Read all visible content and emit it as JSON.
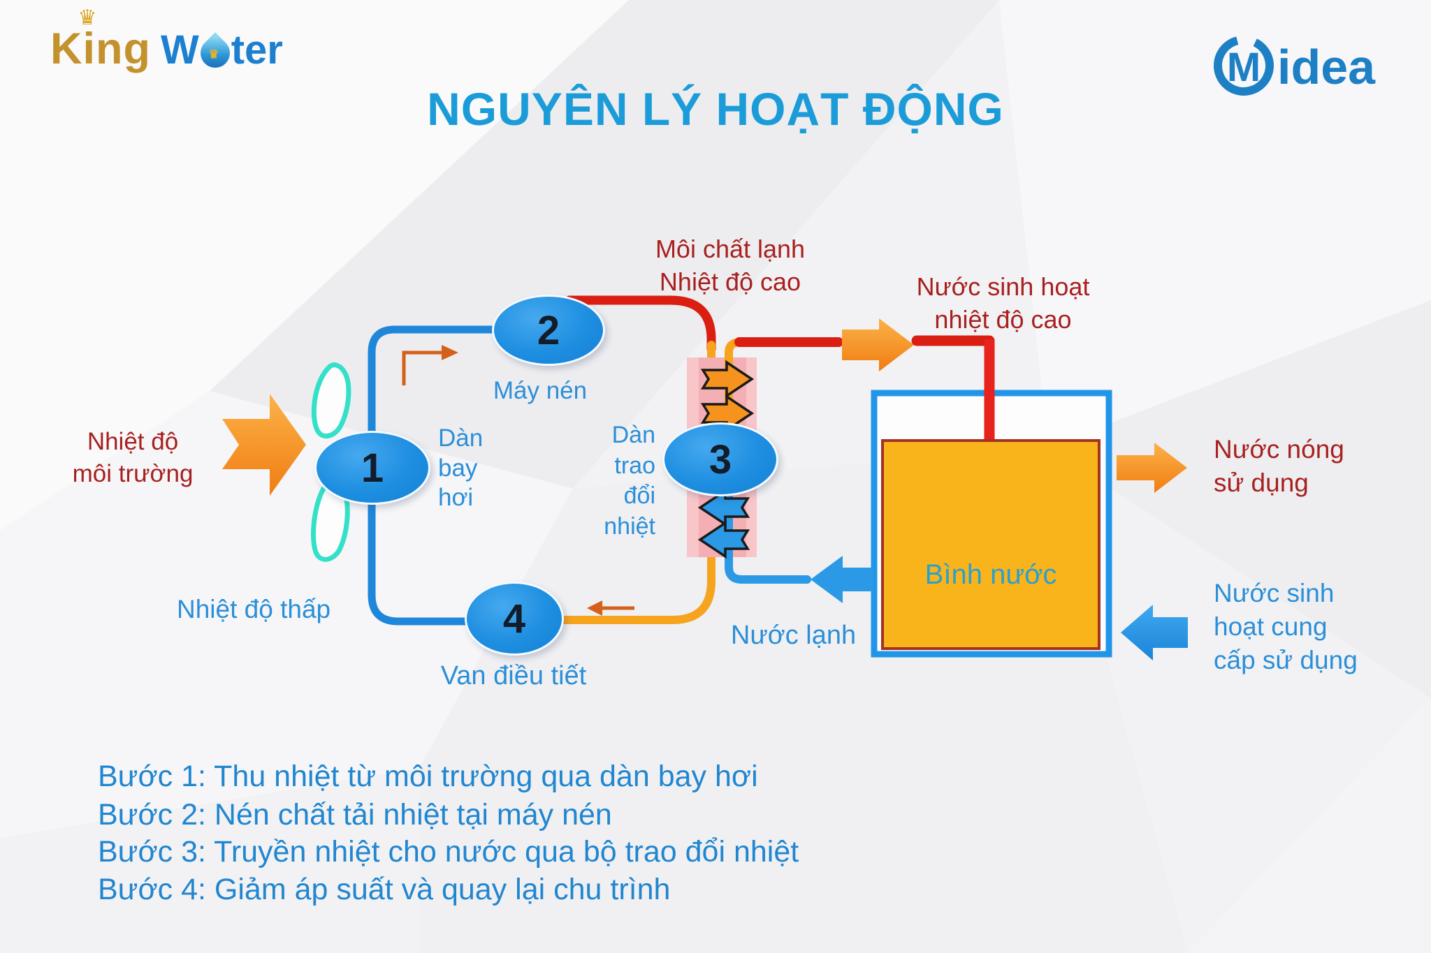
{
  "header": {
    "king_water": {
      "k": "K",
      "i": "i",
      "ng": "ng",
      "w": "W",
      "ter": "ter",
      "crown": "♛"
    },
    "midea": {
      "m": "M",
      "idea": "idea"
    }
  },
  "title": "NGUYÊN LÝ HOẠT ĐỘNG",
  "diagram": {
    "nodes": [
      "1",
      "2",
      "3",
      "4"
    ],
    "labels": {
      "env_temp": "Nhiệt độ\nmôi trường",
      "refrigerant_hot": "Môi chất lạnh\nNhiệt độ cao",
      "domestic_hot": "Nước sinh hoạt\nnhiệt độ cao",
      "compressor": "Máy nén",
      "evaporator": "Dàn\nbay\nhơi",
      "heat_exchanger": "Dàn\ntrao\nđổi\nnhiệt",
      "low_temp": "Nhiệt độ thấp",
      "valve": "Van điều tiết",
      "cold_water": "Nước lạnh",
      "tank": "Bình nước",
      "hot_water_out": "Nước nóng\nsử dụng",
      "supply_water": "Nước sinh\nhoạt cung\ncấp sử dụng"
    }
  },
  "steps": [
    "Bước 1: Thu nhiệt từ môi trường qua dàn bay hơi",
    "Bước 2: Nén chất tải nhiệt tại máy nén",
    "Bước 3: Truyền nhiệt cho nước qua bộ trao đổi nhiệt",
    "Bước 4: Giảm áp suất và quay lại chu trình"
  ],
  "colors": {
    "title_blue": "#1b9cd8",
    "label_blue": "#2b8fd8",
    "dark_red": "#a8201f",
    "node_blue": "#1e8ee0",
    "pipe_blue": "#1f87da",
    "pipe_red": "#da1f12",
    "pipe_orange": "#f6a41e",
    "fan_cyan": "#35e0c9",
    "tank_yellow": "#f9b41b",
    "exchanger_pink": "#f8c5c9"
  }
}
